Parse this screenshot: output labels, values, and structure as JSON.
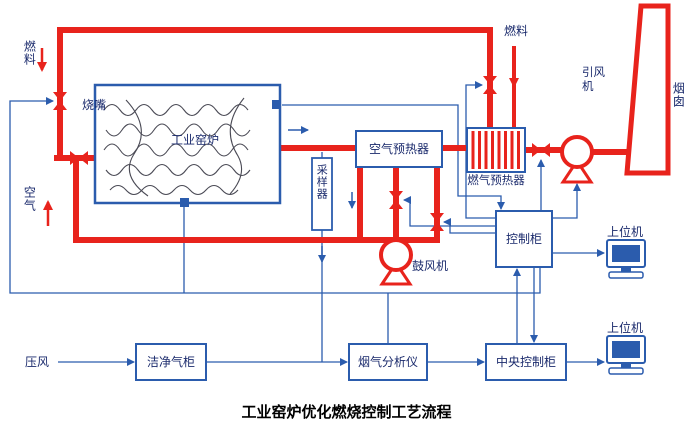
{
  "title": "工业窑炉优化燃烧控制工艺流程",
  "colors": {
    "pipe_red": "#e8231c",
    "control_blue": "#2b5cad",
    "label_text": "#1a2a6c",
    "title_text": "#000000"
  },
  "icons": {
    "valve": "red-bowtie-valve-icon",
    "fan": "circle-with-pedestal-fan-icon",
    "host_computer": "monitor-icon",
    "sensor": "blue-square-sensor-icon",
    "chimney": "tapered-stack-icon"
  },
  "labels": {
    "fuel_left": "燃料",
    "burner": "烧嘴",
    "kiln": "工业窑炉",
    "air": "空气",
    "sampler": "采样器",
    "air_preheater": "空气预热器",
    "gas_preheater": "燃气预热器",
    "fuel_right": "燃料",
    "induced_fan": "引风机",
    "chimney": "烟囱",
    "blower": "鼓风机",
    "control_cabinet": "控制柜",
    "host_computer_top": "上位机",
    "host_computer_bottom": "上位机",
    "compressed_air": "压风",
    "clean_gas_cabinet": "洁净气柜",
    "flue_gas_analyzer": "烟气分析仪",
    "central_control_cabinet": "中央控制柜"
  }
}
